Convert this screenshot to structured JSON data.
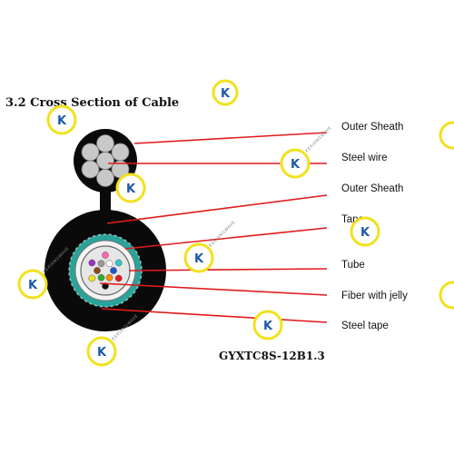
{
  "diagram": {
    "section_heading": "3.2  Cross Section of Cable",
    "labels": [
      "Outer Sheath",
      "Steel wire",
      "Outer Sheath",
      "Tape",
      "Tube",
      "Fiber with  jelly",
      "Steel tape"
    ],
    "model_code": "GYXTC8S-12B1.3"
  },
  "watermark": {
    "letter": "K",
    "text": "KEXIANGWAVE",
    "ring_color": "#f2e11d",
    "letter_color": "#1e5aa8"
  },
  "colors": {
    "leader_line": "#e01b1b",
    "sheath": "#0a0a0a",
    "steel_wire": "#c8c8c8",
    "armor_ring": "#2aa39a",
    "tube_fill": "#e6e6e6"
  },
  "fiber_colors": [
    "#1f55c8",
    "#ff8a00",
    "#2faa2f",
    "#8b4a1e",
    "#9a9a9a",
    "#ffffff",
    "#e01b1b",
    "#111111",
    "#f2e11d",
    "#9b30c8",
    "#ff69b4",
    "#30c8c8"
  ]
}
